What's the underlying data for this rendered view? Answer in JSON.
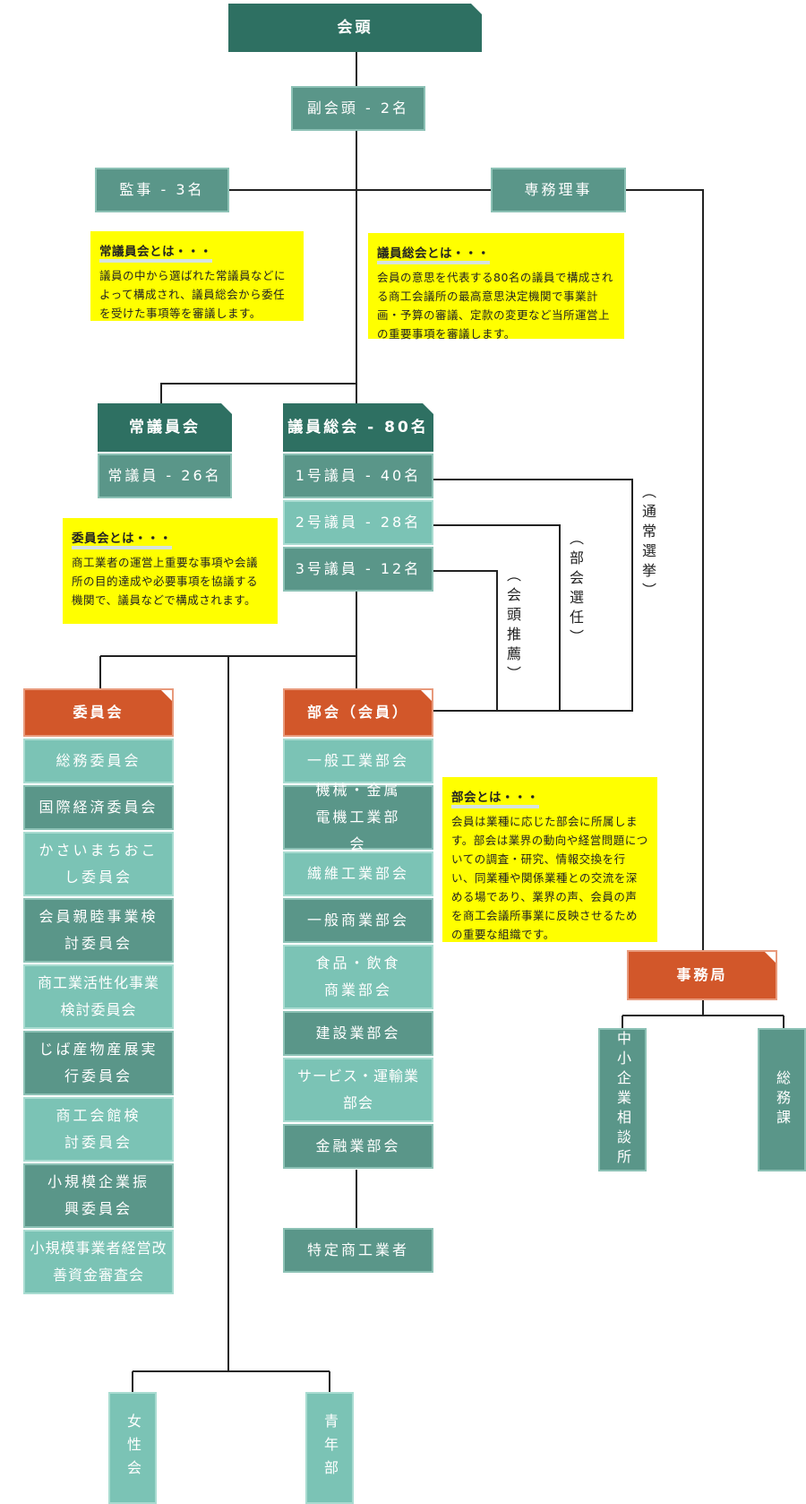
{
  "top": {
    "chairman": "会頭",
    "vice": "副会頭 - 2名",
    "auditor": "監事 - 3名",
    "director": "専務理事"
  },
  "notes": {
    "standing": {
      "title": "常議員会とは・・・",
      "body": "議員の中から選ばれた常議員などによって構成され、議員総会から委任を受けた事項等を審議します。"
    },
    "general": {
      "title": "議員総会とは・・・",
      "body": "会員の意思を代表する80名の議員で構成される商工会議所の最高意思決定機関で事業計画・予算の審議、定款の変更など当所運営上の重要事項を審議します。"
    },
    "committee": {
      "title": "委員会とは・・・",
      "body": "商工業者の運営上重要な事項や会議所の目的達成や必要事項を協議する機関で、議員などで構成されます。"
    },
    "sections": {
      "title": "部会とは・・・",
      "body": "会員は業種に応じた部会に所属します。部会は業界の動向や経営問題についての調査・研究、情報交換を行い、同業種や関係業種との交流を深める場であり、業界の声、会員の声を商工会議所事業に反映させるための重要な組織です。"
    }
  },
  "standing_council": {
    "title": "常議員会",
    "member": "常議員 - 26名"
  },
  "general_assembly": {
    "title": "議員総会 - 80名",
    "members": [
      "1号議員 - 40名",
      "2号議員 - 28名",
      "3号議員 - 12名"
    ]
  },
  "election_labels": [
    "（通常選挙）",
    "（部会選任）",
    "（会頭推薦）"
  ],
  "committees": {
    "title": "委員会",
    "items": [
      "総務委員会",
      "国際経済委員会",
      "かさいまちおこし委員会",
      "会員親睦事業検討委員会",
      "商工業活性化事業検討委員会",
      "じば産物産展実行委員会",
      "商工会館検討委員会",
      "小規模企業振興委員会",
      "小規模事業者経営改善資金審査会"
    ]
  },
  "sections": {
    "title": "部会（会員）",
    "items": [
      "一般工業部会",
      "機械・金属電機工業部会",
      "繊維工業部会",
      "一般商業部会",
      "食品・飲食商業部会",
      "建設業部会",
      "サービス・運輸業部会",
      "金融業部会"
    ],
    "specific": "特定商工業者"
  },
  "secretariat": {
    "title": "事務局",
    "units": [
      "中小企業相談所",
      "総務課"
    ]
  },
  "groups": {
    "women": "女性会",
    "youth": "青年部"
  },
  "colors": {
    "dark": "#2e7062",
    "mid": "#5a9689",
    "light": "#7bc3b5",
    "orange": "#d2572a",
    "note": "#ffff00"
  }
}
